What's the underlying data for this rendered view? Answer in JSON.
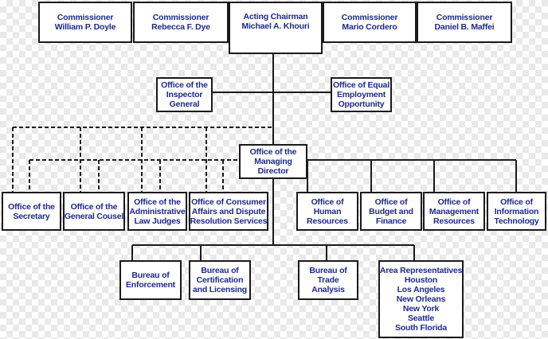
{
  "colors": {
    "text": "#1e2a8a",
    "border": "#1a1a1a",
    "line": "#1a1a1a"
  },
  "org": {
    "commissioner_doyle": {
      "lines": [
        "Commissioner",
        "William P. Doyle"
      ]
    },
    "commissioner_dye": {
      "lines": [
        "Commissioner",
        "Rebecca F. Dye"
      ]
    },
    "acting_chairman": {
      "lines": [
        "Acting Chairman",
        "Michael A. Khouri"
      ]
    },
    "commissioner_cordero": {
      "lines": [
        "Commissioner",
        "Mario Cordero"
      ]
    },
    "commissioner_maffei": {
      "lines": [
        "Commissioner",
        "Daniel B. Maffei"
      ]
    },
    "inspector_general": {
      "lines": [
        "Office of the",
        "Inspector",
        "General"
      ]
    },
    "equal_employment": {
      "lines": [
        "Office of Equal",
        "Employment",
        "Opportunity"
      ]
    },
    "managing_director": {
      "lines": [
        "Office of the",
        "Managing",
        "Director"
      ]
    },
    "secretary": {
      "lines": [
        "Office of the",
        "Secretary"
      ]
    },
    "general_counsel": {
      "lines": [
        "Office of the",
        "General Cousel"
      ]
    },
    "admin_law_judges": {
      "lines": [
        "Office of the",
        "Administrative",
        "Law Judges"
      ]
    },
    "consumer_affairs": {
      "lines": [
        "Office of Consumer",
        "Affairs and Dispute",
        "Resolution Services"
      ]
    },
    "human_resources": {
      "lines": [
        "Office of",
        "Human",
        "Resources"
      ]
    },
    "budget_finance": {
      "lines": [
        "Office of",
        "Budget and",
        "Finance"
      ]
    },
    "management_resources": {
      "lines": [
        "Office of",
        "Management",
        "Resources"
      ]
    },
    "information_tech": {
      "lines": [
        "Office of",
        "Information",
        "Technology"
      ]
    },
    "bureau_enforcement": {
      "lines": [
        "Bureau of",
        "Enforcement"
      ]
    },
    "bureau_certification": {
      "lines": [
        "Bureau of",
        "Certification",
        "and Licensing"
      ]
    },
    "bureau_trade": {
      "lines": [
        "Bureau of",
        "Trade",
        "Analysis"
      ]
    },
    "area_reps": {
      "lines": [
        "Area Representatives",
        "Houston",
        "Los Angeles",
        "New Orleans",
        "New York",
        "Seattle",
        "South Florida"
      ]
    }
  }
}
